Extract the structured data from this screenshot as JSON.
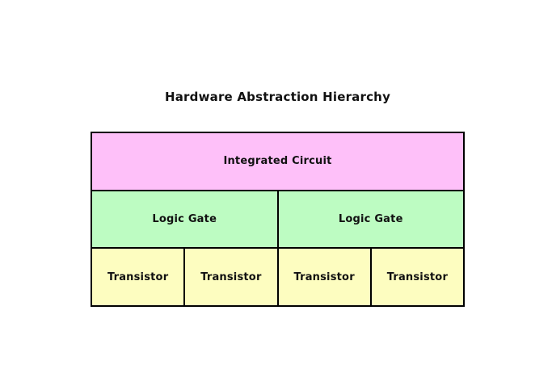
{
  "page": {
    "title": "Hardware Abstraction Hierarchy",
    "background_color": "#ffffff",
    "text_color": "#111111"
  },
  "diagram": {
    "border_color": "#000000",
    "levels": [
      {
        "name": "integrated-circuit-level",
        "fill": "#fec0f9",
        "cells": [
          "Integrated Circuit"
        ]
      },
      {
        "name": "logic-gate-level",
        "fill": "#bdfcc2",
        "cells": [
          "Logic Gate",
          "Logic Gate"
        ]
      },
      {
        "name": "transistor-level",
        "fill": "#fdfdc0",
        "cells": [
          "Transistor",
          "Transistor",
          "Transistor",
          "Transistor"
        ]
      }
    ]
  }
}
